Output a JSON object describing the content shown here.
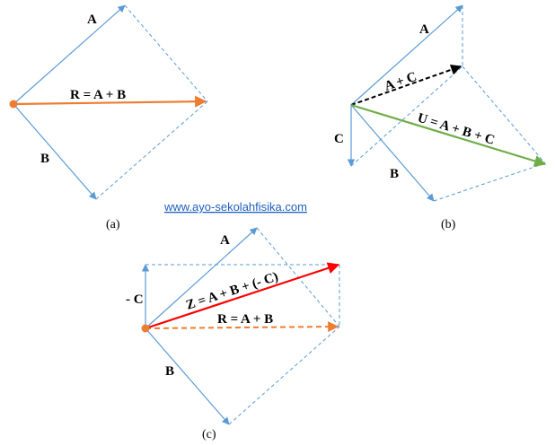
{
  "watermark": "www.ayo-sekolahfisika.com",
  "panels": [
    {
      "caption": "(a)",
      "labels": {
        "A": "A",
        "B": "B",
        "R": "R = A + B"
      }
    },
    {
      "caption": "(b)",
      "labels": {
        "A": "A",
        "B": "B",
        "C": "C",
        "AC": "A + C",
        "U": "U = A + B + C"
      }
    },
    {
      "caption": "(c)",
      "labels": {
        "A": "A",
        "B": "B",
        "negC": "- C",
        "Z": "Z = A + B + (- C)",
        "R": "R = A + B"
      }
    }
  ],
  "colors": {
    "vector": "#5b9bd5",
    "resultant_a": "#ed7d31",
    "resultant_b": "#70ad47",
    "resultant_z": "#ff0000",
    "dashed_black": "#000000",
    "origin_dot": "#ed7d31",
    "link": "#1f5fbf"
  }
}
